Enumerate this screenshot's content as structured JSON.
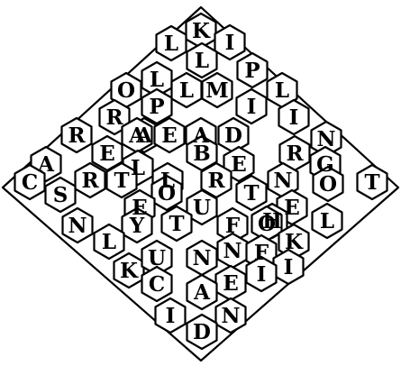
{
  "puzzle": {
    "type": "hexagonal word-search",
    "tile_fill": "#ffffff",
    "line_color": "#000000",
    "letters": [
      "K",
      "L",
      "I",
      "L",
      "O",
      "L",
      "P",
      "L",
      "M",
      "L",
      "P",
      "I",
      "R",
      "A",
      "I",
      "E",
      "A",
      "D",
      "N",
      "R",
      "A",
      "B",
      "R",
      "A",
      "E",
      "E",
      "G",
      "C",
      "L",
      "L",
      "R",
      "N",
      "T",
      "R",
      "T",
      "T",
      "O",
      "S",
      "O",
      "U",
      "E",
      "E",
      "H",
      "L",
      "N",
      "Y",
      "T",
      "F",
      "O",
      "L",
      "K",
      "N",
      "F",
      "I",
      "K",
      "U",
      "N",
      "E",
      "C",
      "I",
      "A",
      "I",
      "N",
      "D"
    ]
  }
}
